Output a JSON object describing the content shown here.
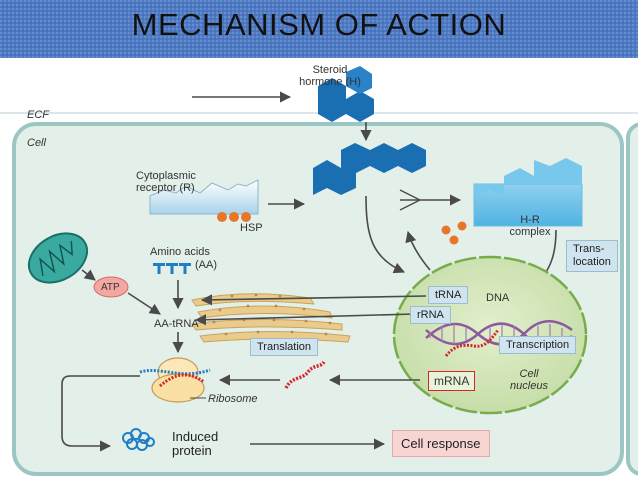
{
  "title": "MECHANISM OF ACTION",
  "labels": {
    "steroid_hormone_line1": "Steroid",
    "steroid_hormone_line2": "hormone (H)",
    "ecf": "ECF",
    "cell": "Cell",
    "cytoplasmic_receptor_line1": "Cytoplasmic",
    "cytoplasmic_receptor_line2": "receptor (R)",
    "hsp": "HSP",
    "hr_complex_line1": "H-R",
    "hr_complex_line2": "complex",
    "translocation_line1": "Trans-",
    "translocation_line2": "location",
    "amino_acids_line1": "Amino acids",
    "amino_acids_line2": "(AA)",
    "atp": "ATP",
    "aa_trna": "AA-tRNA",
    "trna": "tRNA",
    "rrna": "rRNA",
    "dna": "DNA",
    "translation": "Translation",
    "transcription": "Transcription",
    "mrna": "mRNA",
    "cell_nucleus_line1": "Cell",
    "cell_nucleus_line2": "nucleus",
    "ribosome": "Ribosome",
    "induced_protein_line1": "Induced",
    "induced_protein_line2": "protein",
    "cell_response": "Cell response"
  },
  "colors": {
    "banner": "#5a82c4",
    "hormone": "#1a6fb3",
    "cell_fill": "#e3efe9",
    "cell_border": "#9cc6c4",
    "nucleus": "#cfe3b4",
    "hsp": "#e8762a",
    "mrna_red": "#d6262d",
    "dna_purple": "#8c5a9e",
    "arrow": "#4a4a4a"
  }
}
